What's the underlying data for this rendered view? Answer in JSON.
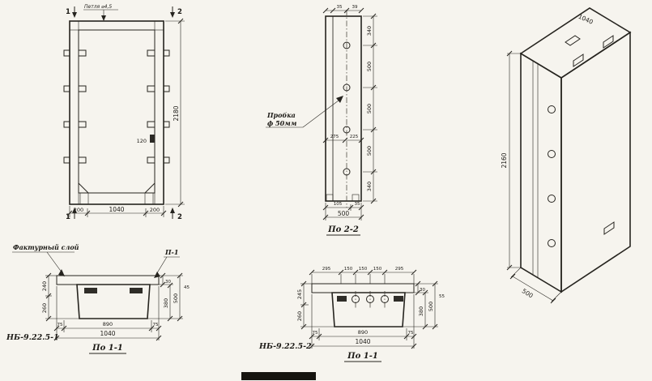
{
  "drawing": {
    "front": {
      "note_top": "Петля ⌀4,5",
      "mark1": "1",
      "mark2": "2",
      "dim_height": "2180",
      "dim_width": "1040",
      "dim_edge_left": "200",
      "dim_edge_right": "200",
      "dim_detail": "120"
    },
    "section22": {
      "title": "По 2-2",
      "plug1": "Пробка",
      "plug2": "ф 50мм",
      "top_dims": [
        "35",
        "39"
      ],
      "right_dims": [
        "340",
        "500",
        "500",
        "500",
        "340"
      ],
      "mid_dims": [
        "275",
        "225"
      ],
      "bottom_dims": [
        "105",
        "35"
      ],
      "dim_width": "500"
    },
    "iso": {
      "dim_height": "2160",
      "dim_width": "1040",
      "dim_depth": "500"
    },
    "sectionA": {
      "name": "НБ-9.22.5-1",
      "title": "По 1-1",
      "layer_label": "Фактурный слой",
      "p1_label": "П-1",
      "left_dims": [
        "240",
        "260"
      ],
      "dim_30": "30",
      "dim_380": "380",
      "dim_500": "500",
      "dim_45": "45",
      "bottom_dims": [
        "75",
        "890",
        "75"
      ],
      "dim_total": "1040"
    },
    "sectionB": {
      "name": "НБ-9.22.5-2",
      "title": "По 1-1",
      "top_dims": [
        "295",
        "150",
        "150",
        "150",
        "295"
      ],
      "left_dims": [
        "245",
        "260"
      ],
      "dim_30": "30",
      "dim_380": "380",
      "dim_500": "500",
      "dim_55": "55",
      "bottom_dims": [
        "75",
        "890",
        "75"
      ],
      "dim_total": "1040"
    }
  }
}
